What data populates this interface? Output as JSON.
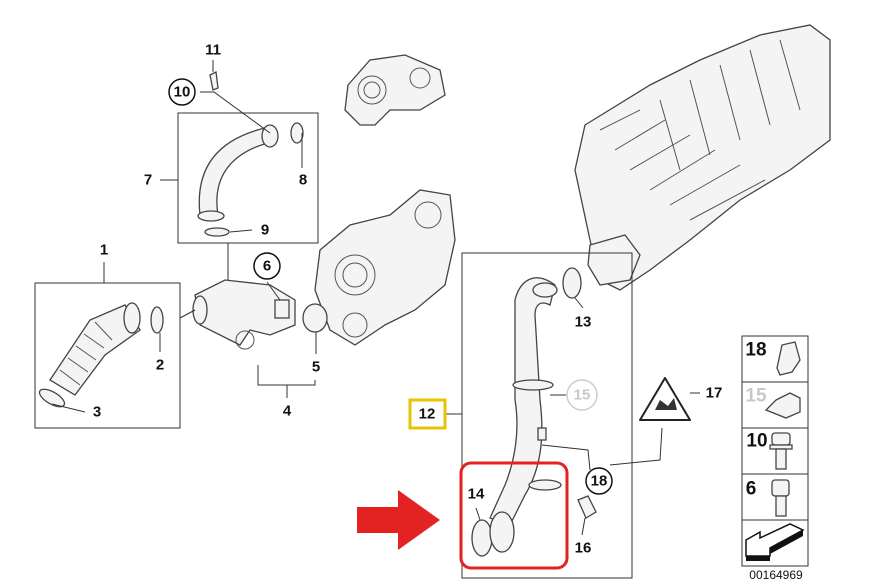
{
  "diagram": {
    "callouts": {
      "c1": "1",
      "c2": "2",
      "c3": "3",
      "c4": "4",
      "c5": "5",
      "c6": "6",
      "c7": "7",
      "c8": "8",
      "c9": "9",
      "c10": "10",
      "c11": "11",
      "c12": "12",
      "c13": "13",
      "c14": "14",
      "c15": "15",
      "c16": "16",
      "c17": "17",
      "c18": "18"
    },
    "legend_panel": {
      "items": [
        {
          "label": "18",
          "icon": "clip-icon"
        },
        {
          "label": "15",
          "icon": "nut-clip-icon"
        },
        {
          "label": "10",
          "icon": "flange-bolt-icon"
        },
        {
          "label": "6",
          "icon": "hex-socket-bolt-icon"
        }
      ],
      "direction_icon": "arrow-forward-icon"
    },
    "catalog_number": "00164969",
    "highlight_color": "#e32222",
    "callout_highlight_color": "#e8c300"
  }
}
